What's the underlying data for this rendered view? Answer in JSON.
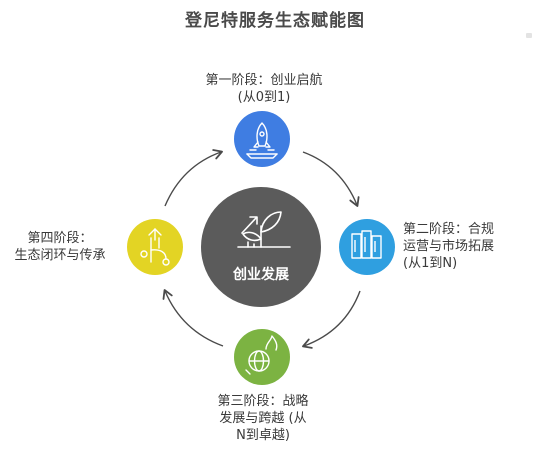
{
  "title": "登尼特服务生态赋能图",
  "center": {
    "label": "创业发展",
    "color": "#5b5b5b",
    "icon": "sprout-growth-icon"
  },
  "stages": [
    {
      "label": "第一阶段：创业启航\n(从0到1)",
      "color": "#3f7de2",
      "icon": "rocket-icon"
    },
    {
      "label": "第二阶段：合规\n运营与市场拓展\n(从1到N)",
      "color": "#2f9fe0",
      "icon": "building-blocks-icon"
    },
    {
      "label": "第三阶段：战略\n发展与跨越 (从\nN到卓越)",
      "color": "#7cb342",
      "icon": "globe-flame-icon"
    },
    {
      "label": "第四阶段：\n生态闭环与传承",
      "color": "#e3d424",
      "icon": "branching-arrows-icon"
    }
  ],
  "arrow_color": "#4a4a4a"
}
